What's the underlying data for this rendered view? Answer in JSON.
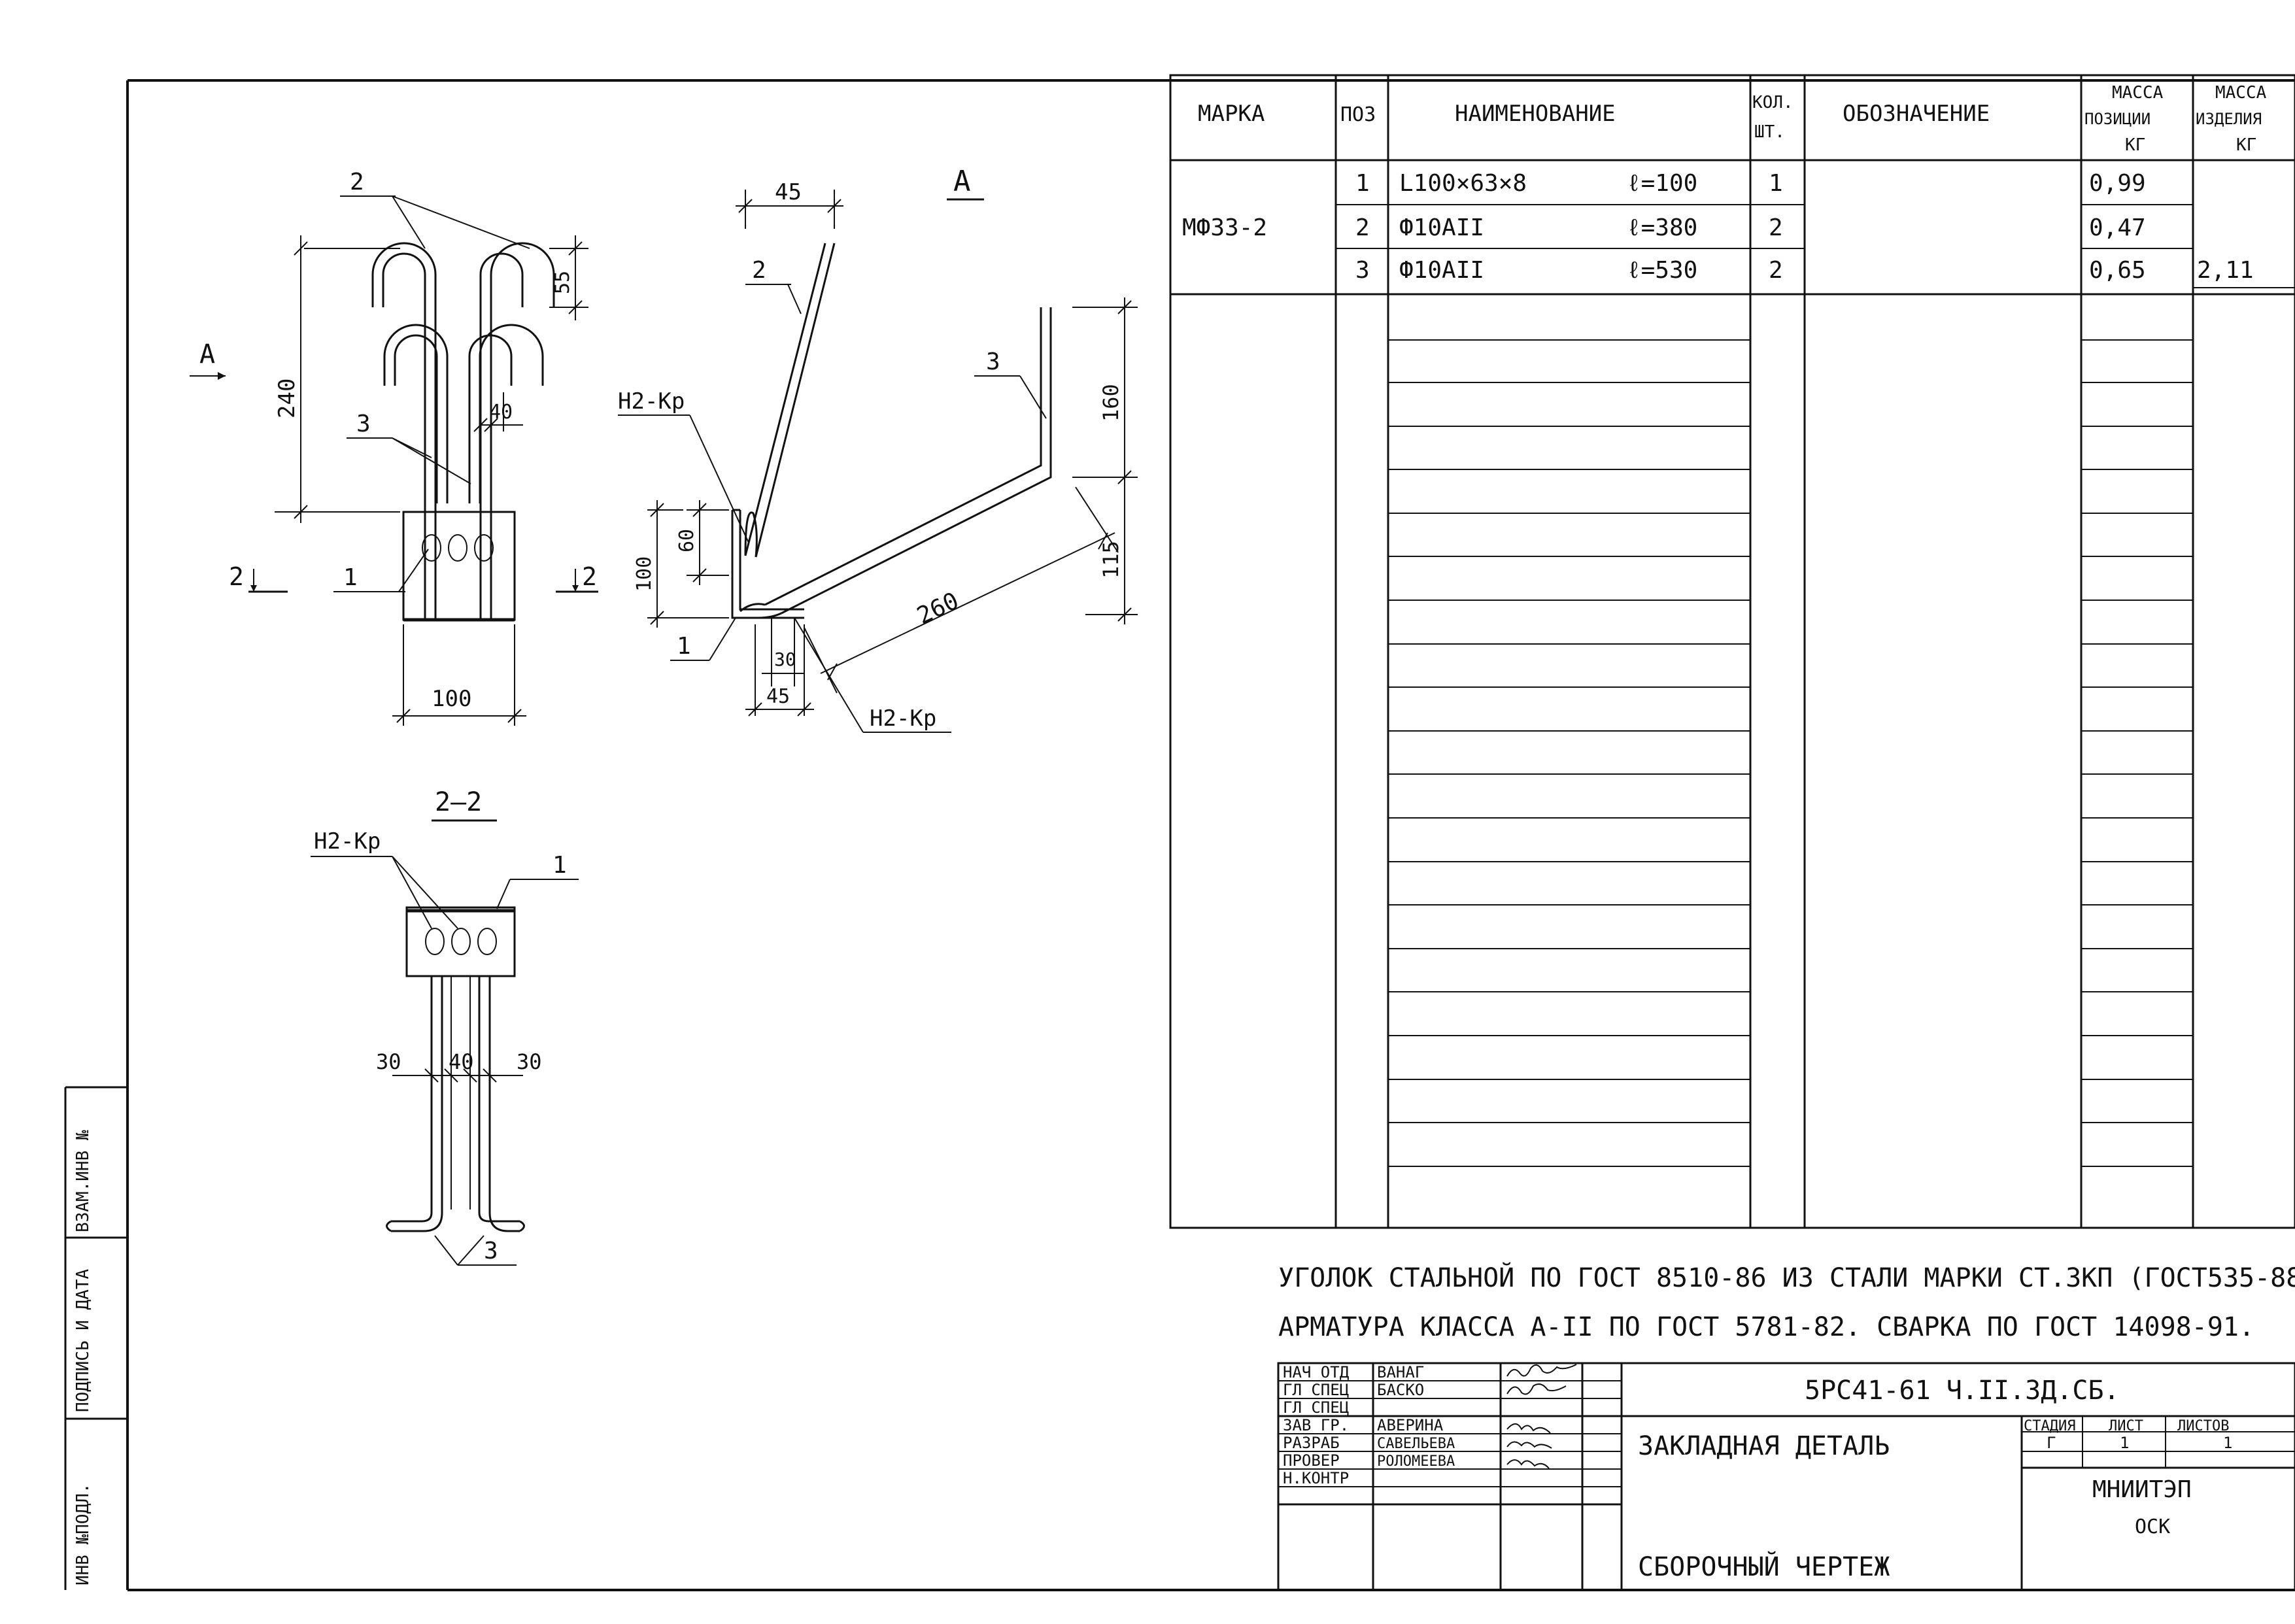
{
  "views": {
    "view_a_label": "A",
    "view_a_arrow_label": "A",
    "section_mark": "2",
    "section_mark_right": "2",
    "section_title": "2–2"
  },
  "front_view": {
    "callout_1": "1",
    "callout_2": "2",
    "callout_3": "3",
    "dim_240": "240",
    "dim_55": "55",
    "dim_40": "40",
    "dim_100": "100"
  },
  "side_view": {
    "callout_1": "1",
    "callout_2": "2",
    "callout_3": "3",
    "weld_top": "Н2-Кр",
    "weld_bottom": "Н2-Кр",
    "dim_45_top": "45",
    "dim_60": "60",
    "dim_100": "100",
    "dim_30": "30",
    "dim_45_bottom": "45",
    "dim_260": "260",
    "dim_160": "160",
    "dim_115": "115"
  },
  "section_view": {
    "weld": "Н2-Кр",
    "callout_1": "1",
    "callout_3": "3",
    "dim_30_left": "30",
    "dim_40": "40",
    "dim_30_right": "30"
  },
  "spec_table": {
    "headers": {
      "mark": "МАРКА",
      "pos": "ПОЗ",
      "name": "НАИМЕНОВАНИЕ",
      "qty_line1": "КОЛ.",
      "qty_line2": "ШТ.",
      "designation": "ОБОЗНАЧЕНИЕ",
      "mass_pos_line1": "МАССА",
      "mass_pos_line2": "ПОЗИЦИИ",
      "mass_pos_line3": "КГ",
      "mass_item_line1": "МАССА",
      "mass_item_line2": "ИЗДЕЛИЯ",
      "mass_item_line3": "КГ"
    },
    "mark": "МФ33-2",
    "rows": [
      {
        "pos": "1",
        "name": "L100×63×8",
        "length": "ℓ=100",
        "qty": "1",
        "mass": "0,99"
      },
      {
        "pos": "2",
        "name": "Ф10АII",
        "length": "ℓ=380",
        "qty": "2",
        "mass": "0,47"
      },
      {
        "pos": "3",
        "name": "Ф10АII",
        "length": "ℓ=530",
        "qty": "2",
        "mass": "0,65"
      }
    ],
    "item_mass": "2,11"
  },
  "notes": [
    "УГОЛОК СТАЛЬНОЙ ПО ГОСТ 8510-86 ИЗ СТАЛИ МАРКИ СТ.3КП (ГОСТ535-88",
    "АРМАТУРА КЛАССА А-II ПО ГОСТ 5781-82. СВАРКА ПО ГОСТ 14098-91."
  ],
  "left_strip": [
    "ИНВ №ПОДЛ.",
    "ПОДПИСЬ И ДАТА",
    "ВЗАМ.ИНВ №"
  ],
  "title_block": {
    "roles": [
      {
        "role": "НАЧ ОТД",
        "name": "ВАНАГ"
      },
      {
        "role": "ГЛ СПЕЦ",
        "name": "БАСКО"
      },
      {
        "role": "ГЛ СПЕЦ",
        "name": ""
      },
      {
        "role": "ЗАВ ГР.",
        "name": "АВЕРИНА"
      },
      {
        "role": "РАЗРАБ",
        "name": "САВЕЛЬЕВА"
      },
      {
        "role": "ПРОВЕР",
        "name": "РОЛОМЕЕВА"
      },
      {
        "role": "Н.КОНТР",
        "name": ""
      }
    ],
    "code": "5РС41-61 Ч.II.ЗД.СБ.",
    "title_line1": "ЗАКЛАДНАЯ ДЕТАЛЬ",
    "title_line2": "СБОРОЧНЫЙ ЧЕРТЕЖ",
    "stage_label": "СТАДИЯ",
    "sheet_label": "ЛИСТ",
    "sheets_label": "ЛИСТОВ",
    "stage_value": "Г",
    "sheet_value": "1",
    "sheets_value": "1",
    "org_line1": "МНИИТЭП",
    "org_line2": "ОСК"
  }
}
